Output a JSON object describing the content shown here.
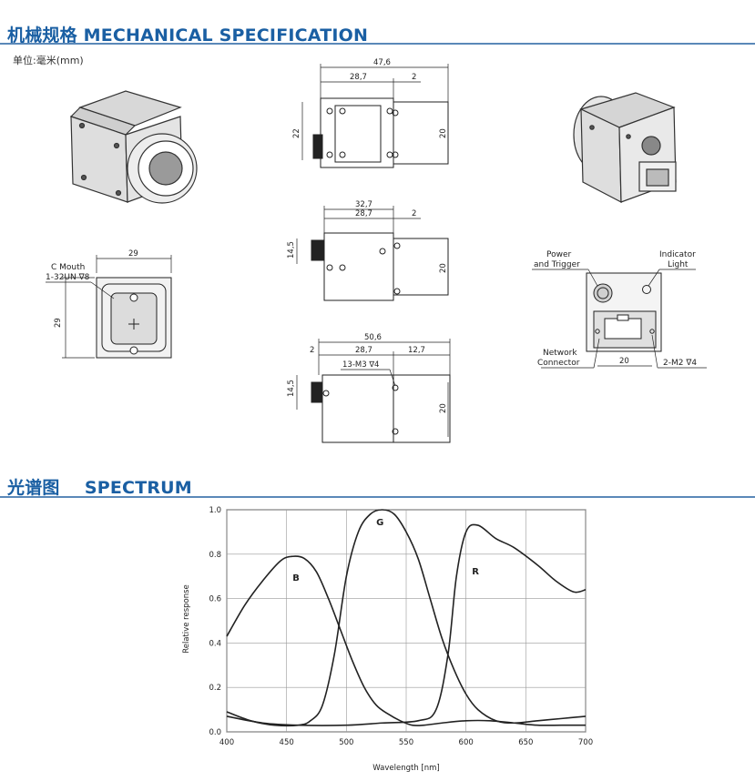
{
  "mechanical": {
    "title": "机械规格 MECHANICAL SPECIFICATION",
    "unit": "单位:毫米(mm)",
    "front_view": {
      "width": "29",
      "height": "29",
      "mount_line1": "C Mouth",
      "mount_line2": "1-32UN ∇8"
    },
    "top_view": {
      "total": "47,6",
      "body": "28,7",
      "offset": "2",
      "left_h": "22",
      "right_h": "20"
    },
    "side_view": {
      "total": "32,7",
      "body": "28,7",
      "offset": "2",
      "left_h": "14,5",
      "right_h": "20"
    },
    "bottom_view": {
      "total": "50,6",
      "offset": "2",
      "body": "28,7",
      "lens": "12,7",
      "holes": "13-M3 ∇4",
      "left_h": "14,5",
      "right_h": "20"
    },
    "rear_view": {
      "power": "Power",
      "power2": "and Trigger",
      "indicator": "Indicator",
      "indicator2": "Light",
      "network": "Network",
      "network2": "Connector",
      "width": "20",
      "holes": "2-M2 ∇4"
    }
  },
  "spectrum": {
    "title": "光谱图    SPECTRUM",
    "chart_data": {
      "type": "line",
      "xlabel": "Wavelength [nm]",
      "ylabel": "Relative response",
      "xlim": [
        400,
        700
      ],
      "ylim": [
        0,
        1.0
      ],
      "x_ticks": [
        "400",
        "450",
        "500",
        "550",
        "600",
        "650",
        "700"
      ],
      "y_ticks": [
        "0.0",
        "0.2",
        "0.4",
        "0.6",
        "0.8",
        "1.0"
      ],
      "grid": true,
      "series": [
        {
          "name": "B",
          "points": [
            [
              400,
              0.43
            ],
            [
              415,
              0.57
            ],
            [
              430,
              0.68
            ],
            [
              445,
              0.77
            ],
            [
              455,
              0.79
            ],
            [
              465,
              0.78
            ],
            [
              475,
              0.72
            ],
            [
              485,
              0.6
            ],
            [
              495,
              0.46
            ],
            [
              505,
              0.32
            ],
            [
              515,
              0.2
            ],
            [
              525,
              0.12
            ],
            [
              535,
              0.08
            ],
            [
              545,
              0.05
            ],
            [
              555,
              0.03
            ],
            [
              565,
              0.03
            ],
            [
              580,
              0.04
            ],
            [
              600,
              0.05
            ],
            [
              620,
              0.05
            ],
            [
              640,
              0.04
            ],
            [
              660,
              0.03
            ],
            [
              680,
              0.03
            ],
            [
              700,
              0.03
            ]
          ]
        },
        {
          "name": "G",
          "points": [
            [
              400,
              0.09
            ],
            [
              420,
              0.05
            ],
            [
              440,
              0.03
            ],
            [
              460,
              0.03
            ],
            [
              470,
              0.05
            ],
            [
              480,
              0.12
            ],
            [
              490,
              0.35
            ],
            [
              500,
              0.7
            ],
            [
              510,
              0.9
            ],
            [
              520,
              0.98
            ],
            [
              530,
              1.0
            ],
            [
              540,
              0.98
            ],
            [
              550,
              0.9
            ],
            [
              560,
              0.78
            ],
            [
              570,
              0.6
            ],
            [
              580,
              0.42
            ],
            [
              590,
              0.28
            ],
            [
              600,
              0.17
            ],
            [
              610,
              0.1
            ],
            [
              625,
              0.05
            ],
            [
              640,
              0.04
            ],
            [
              660,
              0.05
            ],
            [
              680,
              0.06
            ],
            [
              700,
              0.07
            ]
          ]
        },
        {
          "name": "R",
          "points": [
            [
              400,
              0.07
            ],
            [
              430,
              0.04
            ],
            [
              460,
              0.03
            ],
            [
              500,
              0.03
            ],
            [
              530,
              0.04
            ],
            [
              560,
              0.05
            ],
            [
              575,
              0.1
            ],
            [
              585,
              0.35
            ],
            [
              592,
              0.7
            ],
            [
              600,
              0.9
            ],
            [
              610,
              0.93
            ],
            [
              625,
              0.87
            ],
            [
              640,
              0.83
            ],
            [
              660,
              0.75
            ],
            [
              675,
              0.68
            ],
            [
              690,
              0.63
            ],
            [
              700,
              0.64
            ]
          ]
        }
      ]
    }
  }
}
